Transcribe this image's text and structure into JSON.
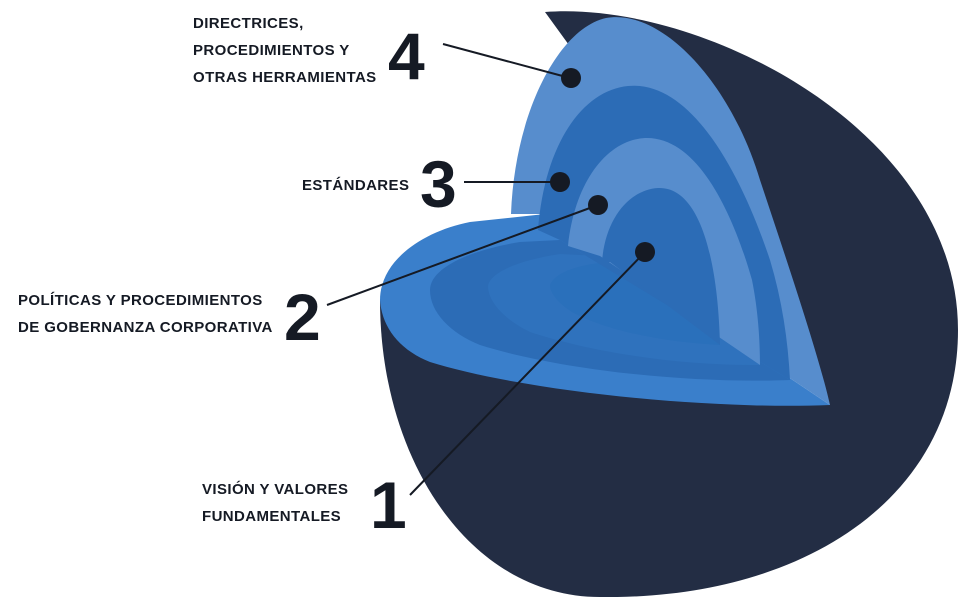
{
  "colors": {
    "shell_dark": "#232d44",
    "layer_light": "#578dcd",
    "layer_mid": "#2c6cb6",
    "cut_face": "#3a7fcb",
    "text": "#151a24"
  },
  "layers": [
    {
      "number": "1",
      "label_lines": [
        "VISIÓN Y VALORES",
        "FUNDAMENTALES"
      ]
    },
    {
      "number": "2",
      "label_lines": [
        "POLÍTICAS Y PROCEDIMIENTOS",
        "DE GOBERNANZA CORPORATIVA"
      ]
    },
    {
      "number": "3",
      "label_lines": [
        "ESTÁNDARES"
      ]
    },
    {
      "number": "4",
      "label_lines": [
        "DIRECTRICES,",
        "PROCEDIMIENTOS Y",
        "OTRAS HERRAMIENTAS"
      ]
    }
  ]
}
